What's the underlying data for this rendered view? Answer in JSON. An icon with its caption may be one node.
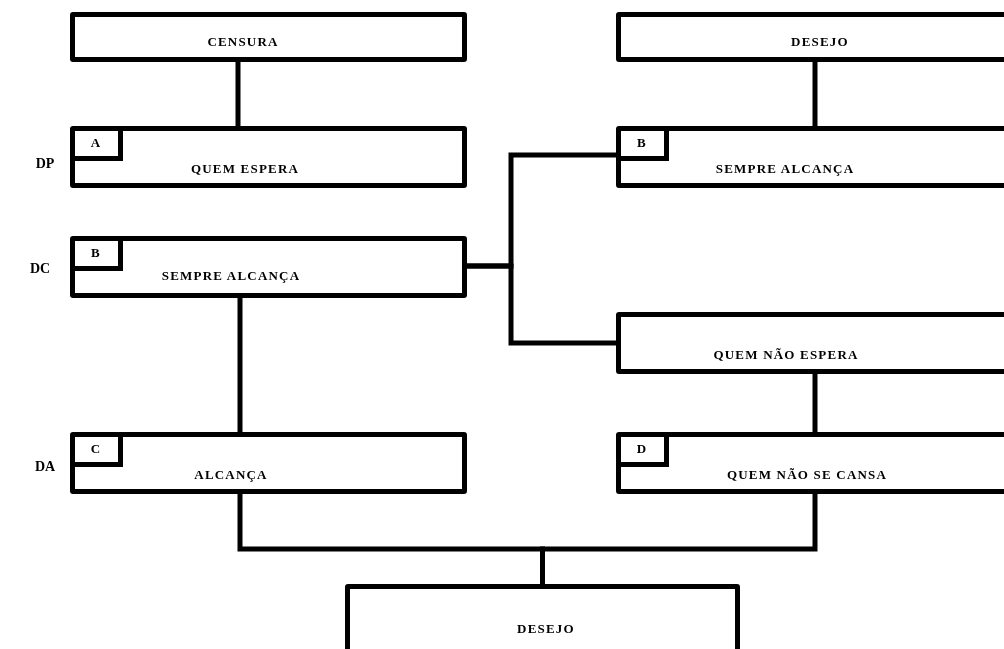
{
  "diagram": {
    "nodes": [
      {
        "text": [
          "CENSURA"
        ]
      },
      {
        "text": [
          "QUEM ESPERA"
        ],
        "beside": [
          "DP"
        ]
      },
      {
        "text": [
          "A"
        ],
        "in": 1
      },
      {
        "text": [
          "SEMPRE ALCANÇA"
        ],
        "beside": [
          "DC"
        ]
      },
      {
        "text": [
          "B"
        ],
        "in": 3
      },
      {
        "text": [
          "ALCANÇA"
        ],
        "beside": [
          "DA"
        ]
      },
      {
        "text": [
          "C"
        ],
        "in": 5
      },
      {
        "text": [
          "DESEJO"
        ]
      },
      {
        "text": [
          "SEMPRE ALCANÇA"
        ]
      },
      {
        "text": [
          "B"
        ],
        "in": 8
      },
      {
        "text": [
          "QUEM NÃO ESPERA"
        ]
      },
      {
        "text": [
          "QUEM NÃO SE CANSA"
        ]
      },
      {
        "text": [
          "D"
        ],
        "in": 11
      },
      {
        "text": [
          "DESEJO"
        ]
      }
    ],
    "edges": [
      {
        "from": 0,
        "to": 1,
        "arrow": "none"
      },
      {
        "from": 7,
        "to": 8,
        "arrow": "none"
      },
      {
        "from": 3,
        "to": 8,
        "arrow": "none"
      },
      {
        "from": 3,
        "to": 10,
        "arrow": "none"
      },
      {
        "from": 10,
        "to": 11,
        "arrow": "none"
      },
      {
        "from": 3,
        "to": 5,
        "arrow": "none"
      },
      {
        "from": 5,
        "to": 13,
        "arrow": "none"
      },
      {
        "from": 11,
        "to": 13,
        "arrow": "none"
      }
    ]
  }
}
